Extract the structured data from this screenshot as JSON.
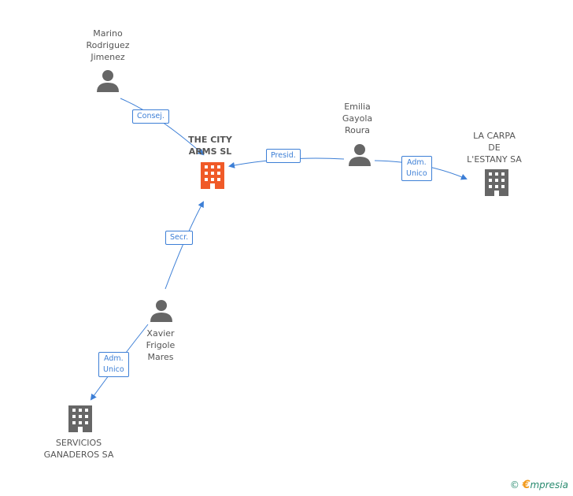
{
  "nodes": {
    "marino": {
      "label": "Marino\nRodriguez\nJimenez",
      "icon": "person-icon"
    },
    "company_main": {
      "label": "THE CITY\nARMS SL",
      "icon": "building-icon",
      "color": "#f05a28"
    },
    "emilia": {
      "label": "Emilia\nGayola\nRoura",
      "icon": "person-icon"
    },
    "la_carpa": {
      "label": "LA CARPA\nDE\nL'ESTANY SA",
      "icon": "building-icon"
    },
    "xavier": {
      "label": "Xavier\nFrigole\nMares",
      "icon": "person-icon"
    },
    "servicios": {
      "label": "SERVICIOS\nGANADEROS SA",
      "icon": "building-icon"
    }
  },
  "edges": {
    "consej": "Consej.",
    "presid": "Presid.",
    "adm_unico_1": "Adm.\nUnico",
    "secr": "Secr.",
    "adm_unico_2": "Adm.\nUnico"
  },
  "colors": {
    "edge": "#3d7fd6",
    "icon_gray": "#666666",
    "icon_main": "#f05a28"
  },
  "footer": {
    "copyright": "©",
    "brand_e": "€",
    "brand_rest": "mpresia"
  }
}
